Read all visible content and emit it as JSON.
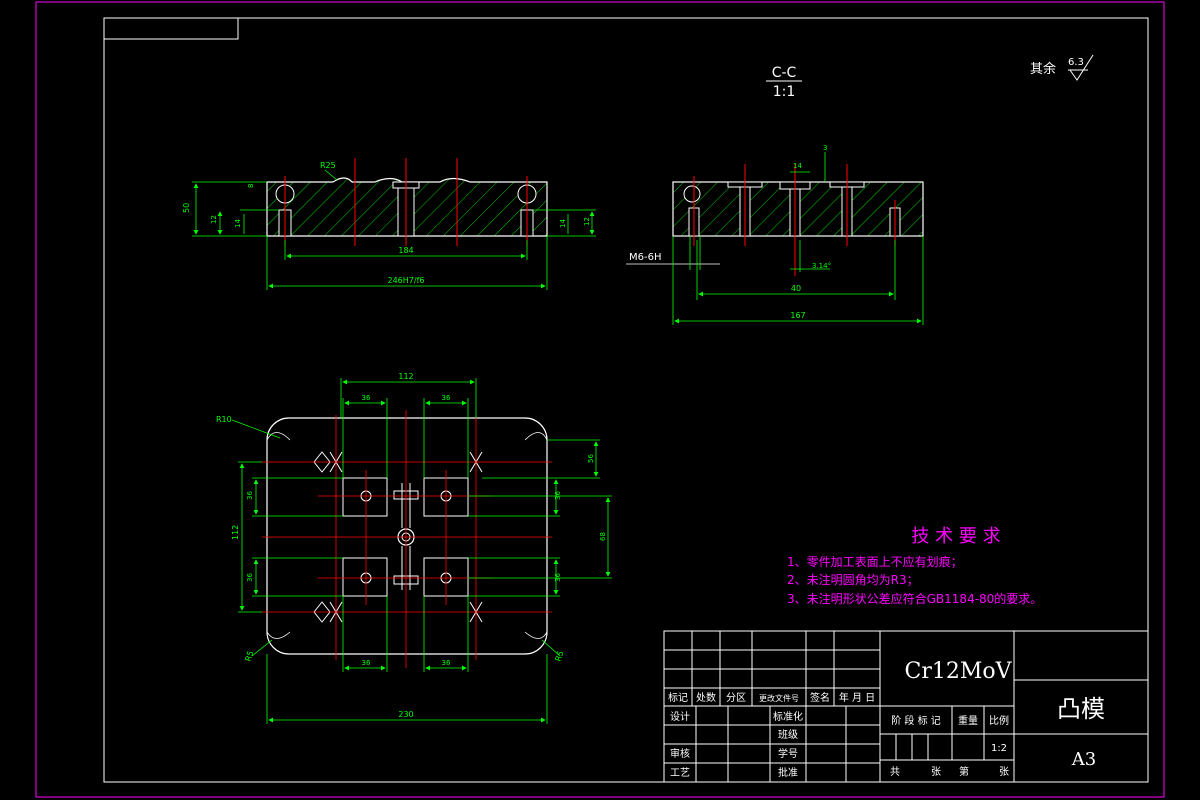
{
  "section_view": {
    "name": "C-C",
    "scale": "1:1"
  },
  "surface_finish": {
    "label": "其余",
    "value": "6.3"
  },
  "front_view": {
    "radius_label": "R25",
    "dim_height": "50",
    "dim_small_1": "8",
    "dim_small_2": "12",
    "dim_small_3": "14",
    "dim_small_4": "14",
    "dim_small_5": "12",
    "dim_inner": "184",
    "dim_overall": "246H7/f6"
  },
  "side_view": {
    "thread_label": "M6-6H",
    "dim_14": "14",
    "dim_3": "3",
    "dim_angle": "3.14°",
    "dim_40": "40",
    "dim_overall": "167"
  },
  "plan_view": {
    "dim_top": "112",
    "dim_36_left": "36",
    "dim_36_right": "36",
    "dim_r10": "R10",
    "dim_left_total": "112",
    "dim_left_upper": "36",
    "dim_left_lower": "36",
    "dim_right_upper": "56",
    "dim_right_mid": "36",
    "dim_right_big": "68",
    "dim_right_lower": "36",
    "dim_bottom_left36": "36",
    "dim_bottom_right36": "36",
    "dim_bottom_overall": "230",
    "dim_r5_left": "R5",
    "dim_r5_right": "R5"
  },
  "tech_req": {
    "title": "技 术 要 求",
    "items": [
      "1、零件加工表面上不应有划痕；",
      "2、未注明圆角均为R3；",
      "3、未注明形状公差应符合GB1184-80的要求。"
    ]
  },
  "title_block": {
    "material": "Cr12MoV",
    "part_name": "凸模",
    "sheet_size": "A3",
    "col_headers": [
      "标记",
      "处数",
      "分区",
      "更改文件号",
      "签名",
      "年 月 日"
    ],
    "row_design": "设计",
    "row_standard": "标准化",
    "row_class": "班级",
    "row_review": "审核",
    "row_number": "学号",
    "row_process": "工艺",
    "row_approve": "批准",
    "stage_label": "阶 段 标 记",
    "weight_label": "重量",
    "scale_label": "比例",
    "scale_value": "1:2",
    "sheets_total": "共",
    "sheets_unit_1": "张",
    "sheets_nth": "第",
    "sheets_unit_2": "张"
  },
  "colors": {
    "background": "#000000",
    "border": "#ff00ff",
    "frame": "#ffffff",
    "outline": "#ffffff",
    "hatch": "#00ff00",
    "centerline": "#ff0000",
    "dimension": "#00ff00",
    "tech_text": "#ff00ff"
  }
}
